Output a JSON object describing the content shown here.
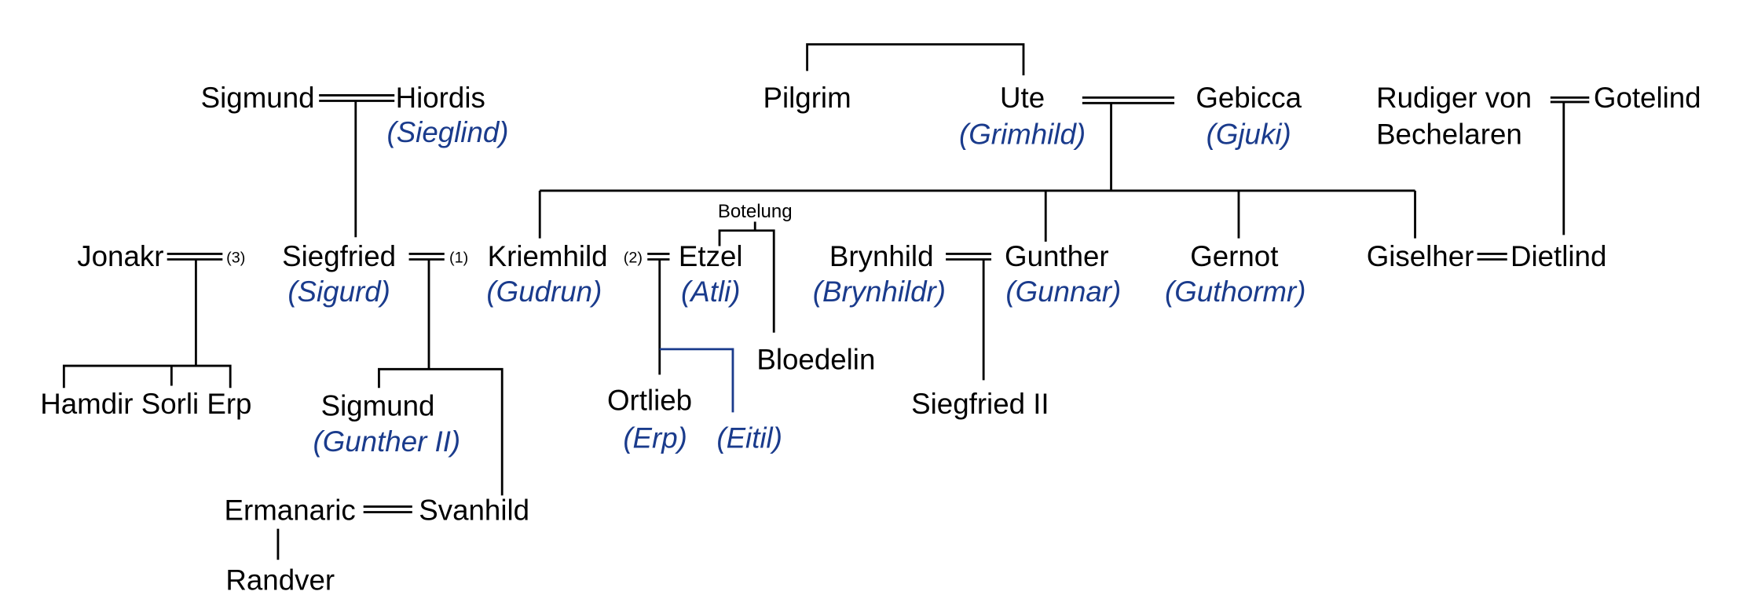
{
  "people": {
    "pilgrim": {
      "name": "Pilgrim"
    },
    "ute": {
      "name": "Ute",
      "alt": "(Grimhild)"
    },
    "gebicca": {
      "name": "Gebicca",
      "alt": "(Gjuki)"
    },
    "rudiger": {
      "name": "Rudiger von",
      "name2": "Bechelaren"
    },
    "gotelind": {
      "name": "Gotelind"
    },
    "sigmund": {
      "name": "Sigmund"
    },
    "hiordis": {
      "name": "Hiordis",
      "alt": "(Sieglind)"
    },
    "jonakr": {
      "name": "Jonakr"
    },
    "siegfried": {
      "name": "Siegfried",
      "alt": "(Sigurd)"
    },
    "kriemhild": {
      "name": "Kriemhild",
      "alt": "(Gudrun)"
    },
    "etzel": {
      "name": "Etzel",
      "alt": "(Atli)"
    },
    "botelung": {
      "name": "Botelung"
    },
    "brynhild": {
      "name": "Brynhild",
      "alt": "(Brynhildr)"
    },
    "gunther": {
      "name": "Gunther",
      "alt": "(Gunnar)"
    },
    "gernot": {
      "name": "Gernot",
      "alt": "(Guthormr)"
    },
    "giselher": {
      "name": "Giselher"
    },
    "dietlind": {
      "name": "Dietlind"
    },
    "hamdir_sorli_erp": {
      "name": "Hamdir Sorli Erp"
    },
    "sigmund2": {
      "name": "Sigmund",
      "alt": "(Gunther II)"
    },
    "bloedelin": {
      "name": "Bloedelin"
    },
    "ortlieb": {
      "name": "Ortlieb",
      "alt": "(Erp)"
    },
    "eitil": {
      "alt": "(Eitil)"
    },
    "siegfried2": {
      "name": "Siegfried II"
    },
    "ermanaric": {
      "name": "Ermanaric"
    },
    "svanhild": {
      "name": "Svanhild"
    },
    "randver": {
      "name": "Randver"
    }
  },
  "marriage_marks": {
    "m1": "(1)",
    "m2": "(2)",
    "m3": "(3)"
  },
  "colors": {
    "line": "#000000",
    "alt_name": "#1a3b8c"
  }
}
